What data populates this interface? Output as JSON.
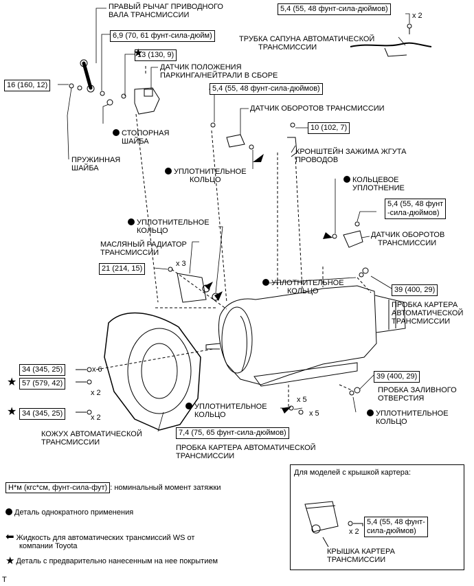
{
  "labels": {
    "right_lever": [
      "ПРАВЫЙ РЫЧАГ ПРИВОДНОГО",
      "ВАЛА ТРАНСМИССИИ"
    ],
    "park_neutral": [
      "ДАТЧИК ПОЛОЖЕНИЯ",
      "ПАРКИНГА/НЕЙТРАЛИ В СБОРЕ"
    ],
    "lock_washer": [
      "СТОПОРНАЯ",
      "ШАЙБА"
    ],
    "spring_washer": [
      "ПРУЖИННАЯ",
      "ШАЙБА"
    ],
    "breather_tube": [
      "ТРУБКА САПУНА АВТОМАТИЧЕСКОЙ",
      "ТРАНСМИССИИ"
    ],
    "speed_sensor_1": "ДАТЧИК ОБОРОТОВ ТРАНСМИССИИ",
    "harness_bracket": [
      "КРОНШТЕЙН ЗАЖИМА ЖГУТА",
      "ПРОВОДОВ"
    ],
    "oring_1": [
      "УПЛОТНИТЕЛЬНОЕ",
      "КОЛЬЦО"
    ],
    "oring_seal": [
      "КОЛЬЦЕВОЕ",
      "УПЛОТНЕНИЕ"
    ],
    "speed_sensor_2": [
      "ДАТЧИК ОБОРОТОВ",
      "ТРАНСМИССИИ"
    ],
    "oring_2": [
      "УПЛОТНИТЕЛЬНОЕ",
      "КОЛЬЦО"
    ],
    "oil_cooler": [
      "МАСЛЯНЫЙ РАДИАТОР",
      "ТРАНСМИССИИ"
    ],
    "oring_3": [
      "УПЛОТНИТЕЛЬНОЕ",
      "КОЛЬЦО"
    ],
    "case_plug": [
      "ПРОБКА КАРТЕРА",
      "АВТОМАТИЧЕСКОЙ",
      "ТРАНСМИССИИ"
    ],
    "filler_plug": [
      "ПРОБКА ЗАЛИВНОГО",
      "ОТВЕРСТИЯ"
    ],
    "oring_4": [
      "УПЛОТНИТЕЛЬНОЕ",
      "КОЛЬЦО"
    ],
    "oring_5": [
      "УПЛОТНИТЕЛЬНОЕ",
      "КОЛЬЦО"
    ],
    "housing": [
      "КОЖУХ АВТОМАТИЧЕСКОЙ",
      "ТРАНСМИССИИ"
    ],
    "pan_plug": [
      "ПРОБКА КАРТЕРА АВТОМАТИЧЕСКОЙ",
      "ТРАНСМИССИИ"
    ],
    "pan_cover": [
      "КРЫШКА КАРТЕРА",
      "ТРАНСМИССИИ"
    ]
  },
  "torques": {
    "breather": "5,4 (55, 48 фунт-сила-дюймов)",
    "lever": "6,9 (70, 61 фунт-сила-дюйм)",
    "sensor_bolt": "13 (130, 9)",
    "spring_nut": "16 (160, 12)",
    "speed1": "5,4 (55, 48 фунт-сила-дюймов)",
    "bracket": "10 (102, 7)",
    "speed2": [
      "5,4 (55, 48 фунт",
      "-сила-дюймов)"
    ],
    "cooler": "21 (214, 15)",
    "case_plug": "39 (400, 29)",
    "filler": "39 (400, 29)",
    "housing_a": "34 (345, 25)",
    "housing_b": "57 (579, 42)",
    "housing_c": "34 (345, 25)",
    "pan_plug": "7,4 (75, 65 фунт-сила-дюймов)",
    "cover": [
      "5,4 (55, 48 фунт-",
      "сила-дюймов)"
    ]
  },
  "qty": {
    "breather": "x 2",
    "cooler": "x 3",
    "housing_a": "x 6",
    "housing_b": "x 2",
    "housing_c": "x 2",
    "pan_a": "x 5",
    "pan_b": "x 5",
    "cover": "x 2"
  },
  "inset_title": "Для моделей с крышкой картера:",
  "legend": {
    "torque_box": "Н*м (кгс*см, фунт-сила-фут)",
    "torque_text": ": номинальный момент затяжки",
    "single_use": "Деталь однократного применения",
    "fluid": [
      "Жидкость для автоматических трансмиссий WS от",
      "компании Toyota"
    ],
    "precoated": "Деталь с предварительно нанесенным на нее покрытием"
  },
  "footer_mark": "T"
}
